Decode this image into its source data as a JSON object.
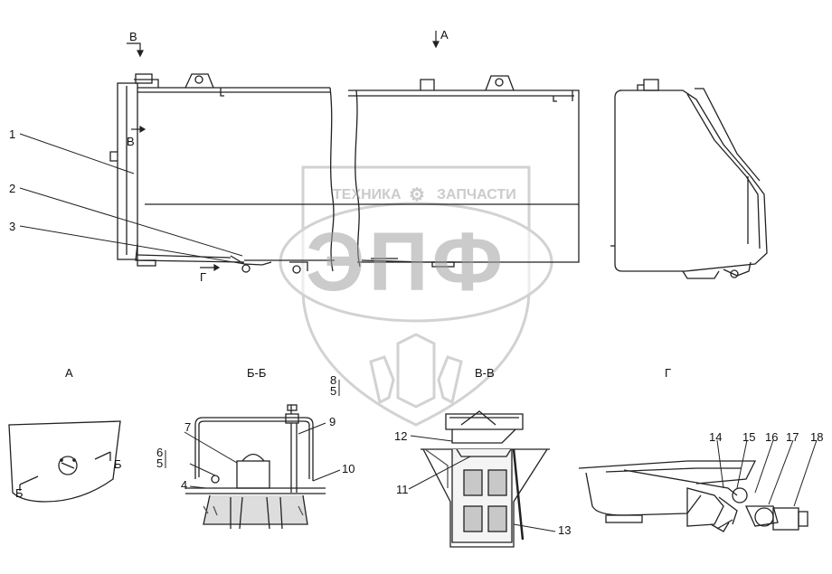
{
  "views": {
    "view_a_title": "А",
    "section_bb_title": "Б-Б",
    "section_vv_title": "В-В",
    "view_g_title": "Г"
  },
  "arrows": {
    "arrow_v_top": "В",
    "arrow_a_top": "А",
    "arrow_v_side": "В",
    "arrow_g": "Г",
    "arrow_b_left": "Б",
    "arrow_b_right": "Б"
  },
  "callouts": [
    "1",
    "2",
    "3",
    "4",
    "5",
    "6",
    "7",
    "8",
    "9",
    "10",
    "11",
    "12",
    "13",
    "14",
    "15",
    "16",
    "17",
    "18"
  ],
  "stacked_callouts": {
    "top_a": "8",
    "top_b": "5",
    "left_a": "6",
    "left_b": "5"
  },
  "watermark": {
    "top_text_left": "ТЕХНИКА",
    "top_text_right": "ЗАПЧАСТИ",
    "logo_text": "ЭПФ",
    "gear_icon": "gear-icon",
    "color": "#b4b4b4"
  },
  "colors": {
    "line": "#222222",
    "hatch": "#555555"
  }
}
